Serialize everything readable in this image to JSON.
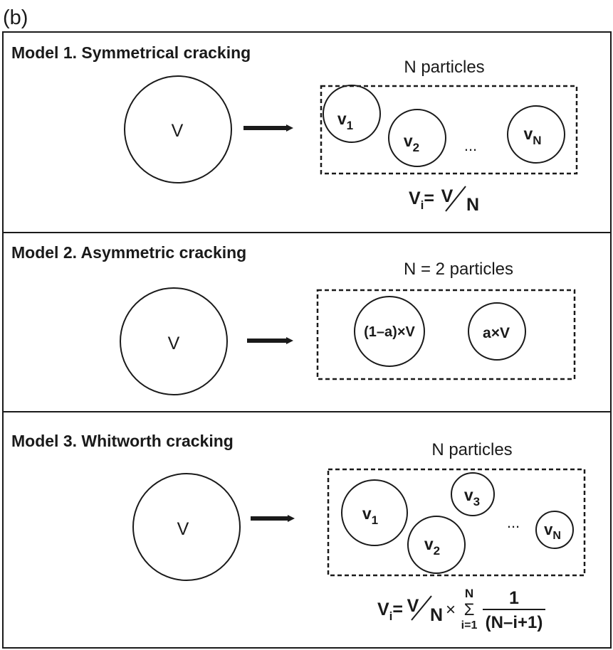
{
  "figure_label": "(b)",
  "colors": {
    "ink": "#1a1a1a",
    "background": "#ffffff"
  },
  "panels": [
    {
      "title": "Model 1. Symmetrical cracking",
      "parent_label": "V",
      "group_label": "N particles",
      "particles": [
        {
          "base": "v",
          "sub": "1"
        },
        {
          "base": "v",
          "sub": "2"
        },
        {
          "base": "v",
          "sub": "N"
        }
      ],
      "ellipsis": "...",
      "formula": {
        "lhs_base": "V",
        "lhs_sub": "i",
        "eq": "=",
        "num": "V",
        "den": "N"
      }
    },
    {
      "title": "Model 2. Asymmetric cracking",
      "parent_label": "V",
      "group_label": "N = 2 particles",
      "particles": [
        {
          "label": "(1–a)×V"
        },
        {
          "label": "a×V"
        }
      ]
    },
    {
      "title": "Model 3. Whitworth cracking",
      "parent_label": "V",
      "group_label": "N particles",
      "particles": [
        {
          "base": "v",
          "sub": "1"
        },
        {
          "base": "v",
          "sub": "2"
        },
        {
          "base": "v",
          "sub": "3"
        },
        {
          "base": "v",
          "sub": "N"
        }
      ],
      "ellipsis": "...",
      "formula": {
        "lhs_base": "V",
        "lhs_sub": "i",
        "eq": "=",
        "num": "V",
        "den": "N",
        "times": "×",
        "sigma": "Σ",
        "sigma_top": "N",
        "sigma_bottom": "i=1",
        "frac_num": "1",
        "frac_den": "(N–i+1)"
      }
    }
  ]
}
